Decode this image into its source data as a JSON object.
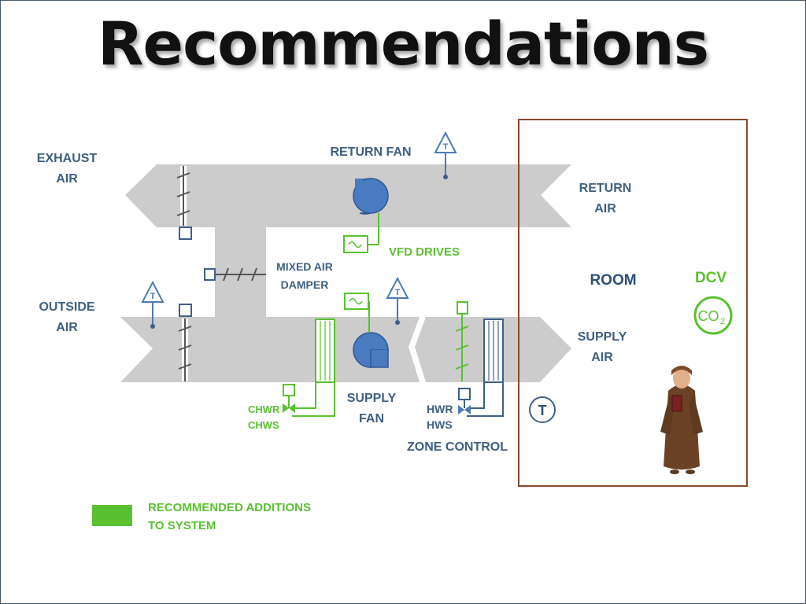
{
  "title": "Recommendations",
  "labels": {
    "exhaust_air": [
      "EXHAUST",
      "AIR"
    ],
    "return_fan": "RETURN FAN",
    "return_air": [
      "RETURN",
      "AIR"
    ],
    "vfd_drives": "VFD DRIVES",
    "mixed_air_damper": [
      "MIXED AIR",
      "DAMPER"
    ],
    "outside_air": [
      "OUTSIDE",
      "AIR"
    ],
    "supply_air": [
      "SUPPLY",
      "AIR"
    ],
    "supply_fan": [
      "SUPPLY",
      "FAN"
    ],
    "chwr": "CHWR",
    "chws": "CHWS",
    "hwr": "HWR",
    "hws": "HWS",
    "zone_control": "ZONE CONTROL",
    "room": "ROOM",
    "dcv": "DCV",
    "co2_main": "CO",
    "co2_sub": "2",
    "thermostat": "T",
    "sensor_t": "T"
  },
  "legend": {
    "line1": "RECOMMENDED ADDITIONS",
    "line2": "TO SYSTEM",
    "color": "#59c130"
  },
  "colors": {
    "duct": "#cccccc",
    "blue": "#4d7ab0",
    "green": "#59c130",
    "room_border": "#8b4a2b",
    "fan_fill": "#4a7ac0"
  }
}
